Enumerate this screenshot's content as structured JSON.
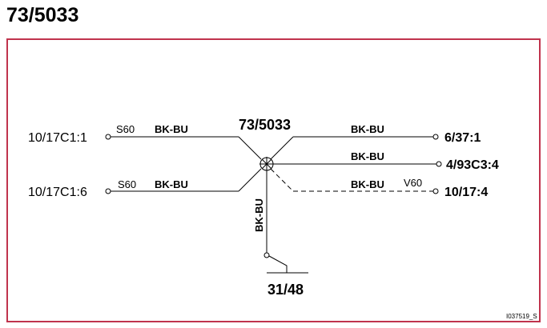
{
  "title": "73/5033",
  "node": {
    "label": "73/5033"
  },
  "terminals": {
    "left_top": "10/17C1:1",
    "left_bottom": "10/17C1:6",
    "right_top": "6/37:1",
    "right_mid": "4/93C3:4",
    "right_bottom": "10/17:4",
    "ground": "31/48"
  },
  "wires": {
    "left_top_color": "BK-BU",
    "left_top_code": "S60",
    "left_bottom_color": "BK-BU",
    "left_bottom_code": "S60",
    "right_top_color": "BK-BU",
    "right_mid_color": "BK-BU",
    "right_bottom_color": "BK-BU",
    "right_bottom_code": "V60",
    "ground_color": "BK-BU"
  },
  "reference": "I037519_S",
  "colors": {
    "frame": "#c0334d",
    "line": "#000000"
  }
}
